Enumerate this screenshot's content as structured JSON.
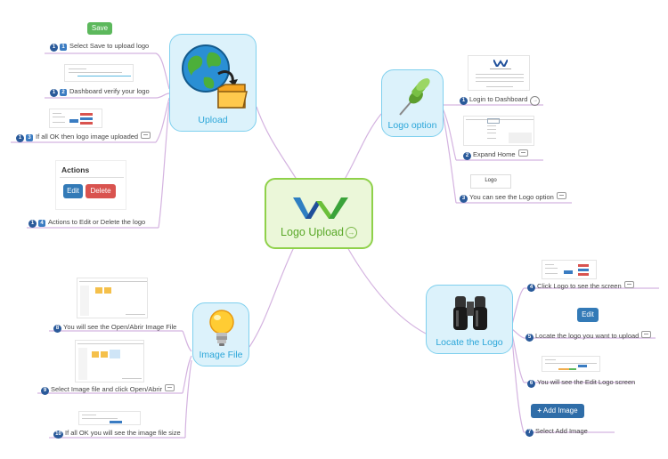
{
  "central": {
    "title": "Logo Upload"
  },
  "branches": {
    "upload": {
      "title": "Upload"
    },
    "logo_option": {
      "title": "Logo option"
    },
    "image_file": {
      "title": "Image File"
    },
    "locate": {
      "title": "Locate the Logo"
    }
  },
  "upload_items": [
    {
      "num": "1",
      "sub": "1",
      "text": "Select Save to upload logo"
    },
    {
      "num": "1",
      "sub": "2",
      "text": "Dashboard verify your logo"
    },
    {
      "num": "1",
      "sub": "3",
      "text": "If all OK then logo image uploaded"
    },
    {
      "num": "1",
      "sub": "4",
      "text": "Actions to Edit or Delete the logo"
    }
  ],
  "logo_option_items": [
    {
      "num": "1",
      "text": "Login to Dashboard"
    },
    {
      "num": "2",
      "text": "Expand Home"
    },
    {
      "num": "3",
      "text": "You can see the Logo option"
    }
  ],
  "image_file_items": [
    {
      "num": "8",
      "text": "You will see the Open/Abrir Image File"
    },
    {
      "num": "9",
      "text": "Select Image file and click Open/Abrir"
    },
    {
      "num": "10",
      "text": "If all OK you will see the image file size"
    }
  ],
  "locate_items": [
    {
      "num": "4",
      "text": "Click Logo to see the screen"
    },
    {
      "num": "5",
      "text": "Locate the logo you want to upload"
    },
    {
      "num": "6",
      "text": "You will see the Edit Logo screen"
    },
    {
      "num": "7",
      "text": "Select Add Image"
    }
  ],
  "buttons": {
    "save": "Save",
    "edit": "Edit",
    "delete": "Delete",
    "edit_locate": "Edit",
    "add_image": "Add Image"
  },
  "actions_panel": {
    "title": "Actions"
  },
  "logo_panel": {
    "text": "Logo"
  },
  "colors": {
    "connector": "#d4b3e0",
    "central_fill": "#ebf7d9",
    "central_border": "#8fd14a",
    "branch_fill": "#dcf2fb",
    "branch_border": "#7fd0ee",
    "save_green": "#5cb85c",
    "edit_blue": "#337ab7",
    "delete_red": "#d9534f"
  },
  "icons": {
    "central": "logo-w-icon",
    "upload": "globe-folder-icon",
    "logo_option": "pushpin-icon",
    "image_file": "lightbulb-icon",
    "locate": "binoculars-icon"
  }
}
